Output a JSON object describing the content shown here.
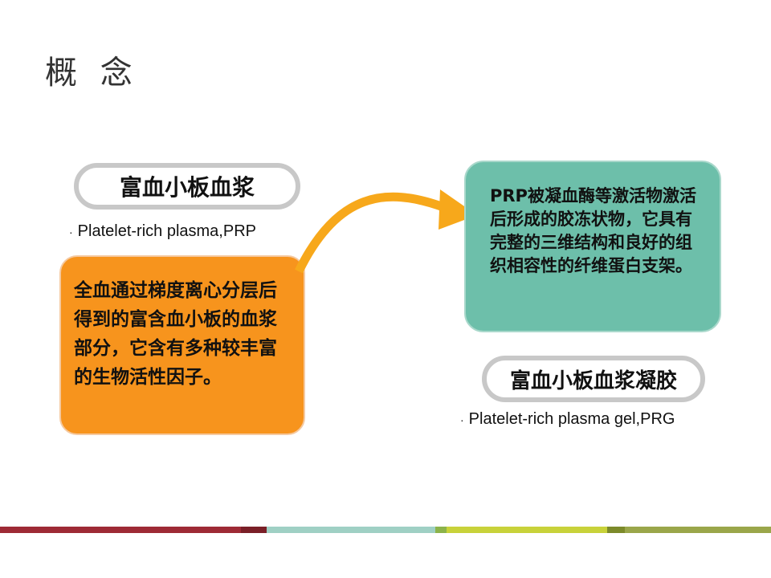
{
  "slide": {
    "title": "概 念",
    "prp": {
      "name": "富血小板血浆",
      "bullet": "·",
      "english": "Platelet-rich plasma,PRP",
      "definition": "全血通过梯度离心分层后得到的富含血小板的血浆部分，它含有多种较丰富的生物活性因子。"
    },
    "prg": {
      "name": "富血小板血浆凝胶",
      "bullet": "·",
      "english": "Platelet-rich plasma gel,PRG",
      "definition": "PRP被凝血酶等激活物激活后形成的胶冻状物，它具有完整的三维结构和良好的组织相容性的纤维蛋白支架。"
    },
    "colors": {
      "orange_box": "#f7941d",
      "teal_box": "#6dbfaa",
      "arrow": "#f7a81b",
      "pill_border": "#c8c8c8"
    },
    "footer_bar_colors": [
      "#9e2a35",
      "#7a1f27",
      "#9fd0c4",
      "#8cb34a",
      "#c8d23a",
      "#7c8a2a",
      "#9aa64a"
    ]
  }
}
